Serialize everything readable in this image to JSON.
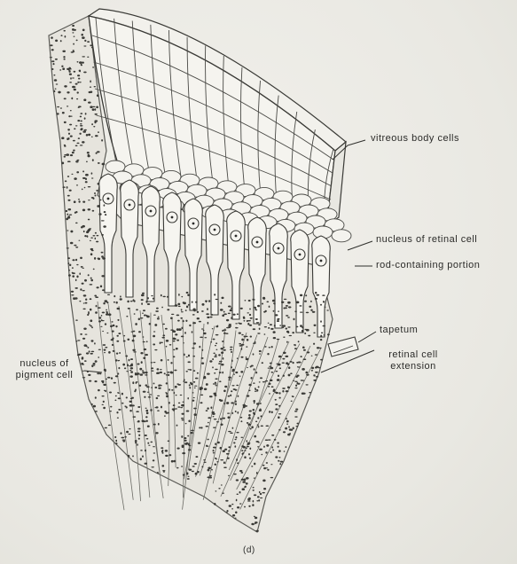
{
  "labels": {
    "vitreous": "vitreous body cells",
    "nucleus_retinal": "nucleus of retinal cell",
    "rod_portion": "rod-containing portion",
    "tapetum": "tapetum",
    "retinal_ext_1": "retinal cell",
    "retinal_ext_2": "extension",
    "pigment_1": "nucleus of",
    "pigment_2": "pigment cell",
    "panel": "(d)"
  },
  "colors": {
    "ink": "#2a2a28",
    "paper": "#ecebe6",
    "cell_fill": "#f4f3ee",
    "dots": "#3a3a36"
  }
}
